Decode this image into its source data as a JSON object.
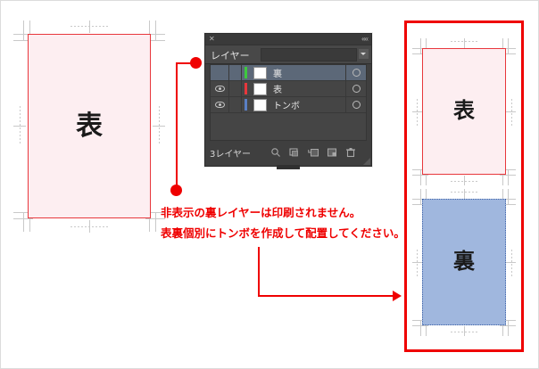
{
  "left_artboard": {
    "label": "表",
    "fill_color": "#fdeef1",
    "stroke_color": "#e8373c"
  },
  "layers_panel": {
    "tab_close_icon": "close-icon",
    "tab_menu_icon": "panel-collapse-icon",
    "title": "レイヤー",
    "menu_icon": "panel-menu-icon",
    "rows": [
      {
        "name": "裏",
        "color": "#3ec93e",
        "visible": false,
        "selected": true,
        "eye_icon": "eye-icon",
        "thumb": "layer-thumbnail",
        "target_icon": "target-circle-icon"
      },
      {
        "name": "表",
        "color": "#e8373c",
        "visible": true,
        "selected": false,
        "eye_icon": "eye-icon",
        "thumb": "layer-thumbnail",
        "target_icon": "target-circle-icon"
      },
      {
        "name": "トンボ",
        "color": "#5a7fc4",
        "visible": true,
        "selected": false,
        "eye_icon": "eye-icon",
        "thumb": "layer-thumbnail",
        "target_icon": "target-circle-icon"
      }
    ],
    "footer": {
      "count_label": "3レイヤー",
      "tools": [
        {
          "icon": "locate-object-icon"
        },
        {
          "icon": "make-clipping-mask-icon"
        },
        {
          "icon": "new-sublayer-icon"
        },
        {
          "icon": "new-layer-icon"
        },
        {
          "icon": "delete-layer-icon"
        }
      ]
    }
  },
  "annotation": {
    "line1": "非表示の裏レイヤーは印刷されません。",
    "line2": "表裏個別にトンボを作成して配置してください。",
    "color": "#ef0000"
  },
  "callout": {
    "dot_top_icon": "callout-dot-icon",
    "dot_bottom_icon": "callout-dot-icon",
    "line_color": "#ef0000"
  },
  "arrow": {
    "icon": "arrow-right-icon",
    "color": "#ef0000"
  },
  "highlight_frame": {
    "border_color": "#ef0000",
    "artboards": [
      {
        "label": "表",
        "fill_color": "#fdeef1",
        "stroke_color": "#e8373c"
      },
      {
        "label": "裏",
        "fill_color": "#a0b7de",
        "stroke_color": "#3f63a8"
      }
    ]
  }
}
